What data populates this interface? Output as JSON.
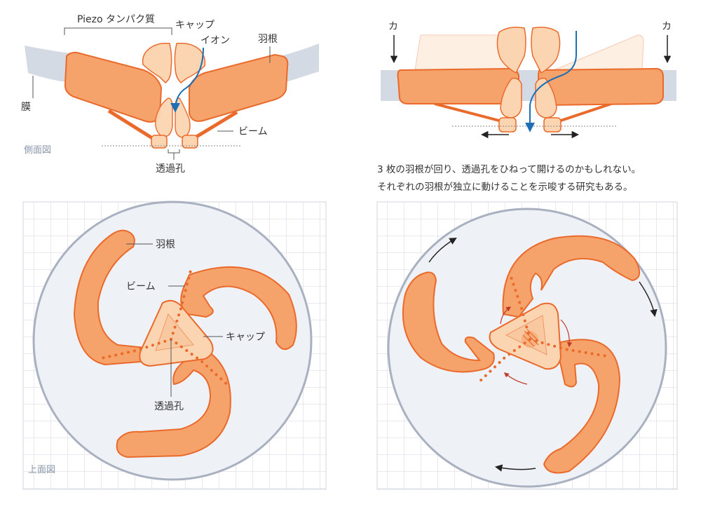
{
  "side_view": {
    "title": "側面図",
    "labels": {
      "piezo": "Piezo タンパク質",
      "cap": "キャップ",
      "ion": "イオン",
      "blade": "羽根",
      "membrane": "膜",
      "beam": "ビーム",
      "pore": "透過孔"
    }
  },
  "force_view": {
    "force_left": "カ",
    "force_right": "カ"
  },
  "caption": {
    "line1": "3 枚の羽根が回り、透過孔をひねって開けるのかもしれない。",
    "line2": "それぞれの羽根が独立に動けることを示唆する研究もある。"
  },
  "top_view": {
    "title": "上面図",
    "labels": {
      "blade": "羽根",
      "beam": "ビーム",
      "cap": "キャップ",
      "pore": "透過孔"
    }
  },
  "colors": {
    "orange_fill": "#f5a36a",
    "orange_stroke": "#ea6a2c",
    "cap_fill": "#fbd5b2",
    "membrane": "#d3dae4",
    "ion_arrow": "#1c6fb5",
    "grid": "#d0d6e0",
    "circle_fill": "#eef1f6",
    "circle_stroke": "#a9b1c0"
  }
}
